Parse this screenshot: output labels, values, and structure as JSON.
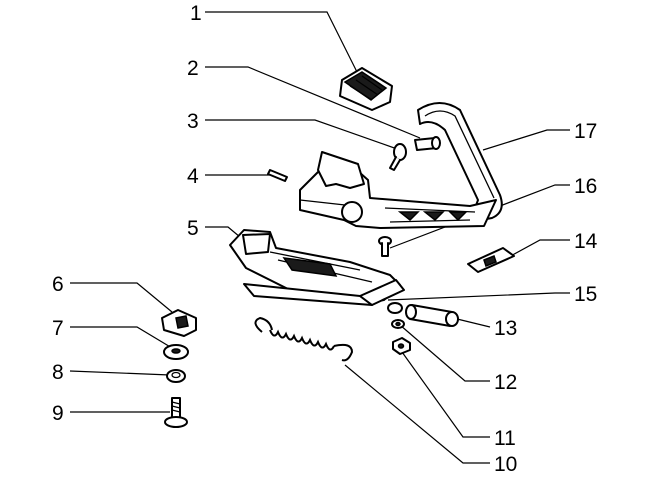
{
  "callouts": {
    "c1": "1",
    "c2": "2",
    "c3": "3",
    "c4": "4",
    "c5": "5",
    "c6": "6",
    "c7": "7",
    "c8": "8",
    "c9": "9",
    "c10": "10",
    "c11": "11",
    "c12": "12",
    "c13": "13",
    "c14": "14",
    "c15": "15",
    "c16": "16",
    "c17": "17"
  },
  "colors": {
    "ink": "#000000",
    "background": "#ffffff"
  }
}
